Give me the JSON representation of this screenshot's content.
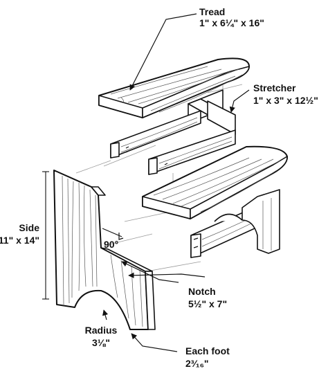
{
  "labels": {
    "tread": {
      "name": "Tread",
      "size": "1\" x 6¼\" x 16\""
    },
    "stretcher": {
      "name": "Stretcher",
      "size": "1\" x 3\" x 12½\""
    },
    "side": {
      "name": "Side",
      "size": "11\" x 14\""
    },
    "angle": {
      "value": "90°"
    },
    "notch": {
      "name": "Notch",
      "size": "5½\" x 7\""
    },
    "radius": {
      "name": "Radius",
      "size": "3⅛\""
    },
    "foot": {
      "name": "Each foot",
      "size": "2³⁄₁₆\""
    }
  }
}
